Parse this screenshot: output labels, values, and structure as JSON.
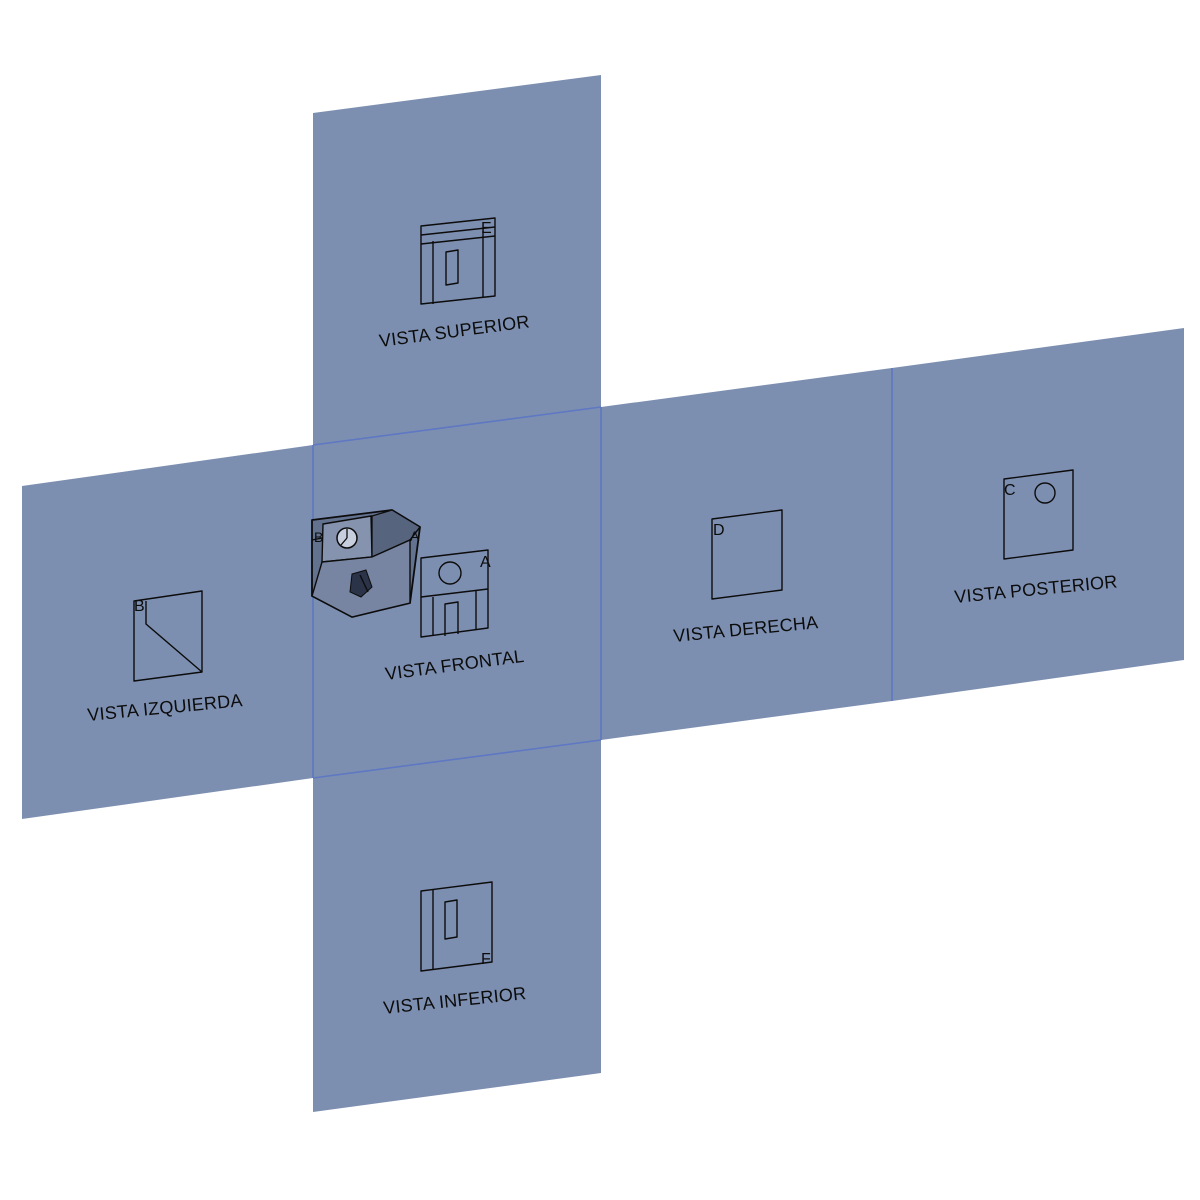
{
  "views": {
    "superior": {
      "label": "VISTA SUPERIOR",
      "letter": "E"
    },
    "frontal": {
      "label": "VISTA FRONTAL",
      "letter": "A"
    },
    "izquierda": {
      "label": "VISTA IZQUIERDA",
      "letter": "B"
    },
    "derecha": {
      "label": "VISTA DERECHA",
      "letter": "D"
    },
    "posterior": {
      "label": "VISTA POSTERIOR",
      "letter": "C"
    },
    "inferior": {
      "label": "VISTA INFERIOR",
      "letter": "F"
    }
  },
  "colors": {
    "panel": "#7d8fb1",
    "fold_line": "#5a74c4",
    "drawing_line": "#0c0c0c",
    "background": "#ffffff"
  }
}
